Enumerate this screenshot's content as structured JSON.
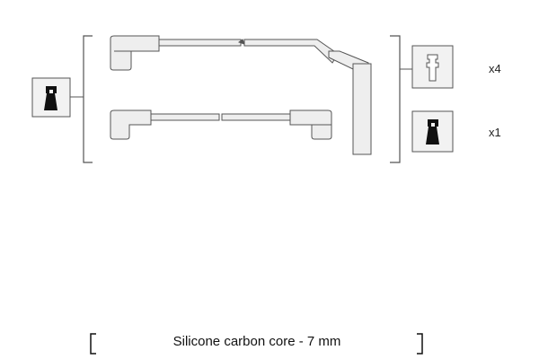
{
  "connectors": [
    {
      "name": "straight-terminal",
      "quantity": "x4"
    },
    {
      "name": "angled-terminal",
      "quantity": "x1"
    }
  ],
  "caption": "Silicone carbon core - 7 mm",
  "colors": {
    "line": "#555555",
    "fill": "#eeeeee",
    "box": "#f2f2f2",
    "dark": "#111111"
  }
}
